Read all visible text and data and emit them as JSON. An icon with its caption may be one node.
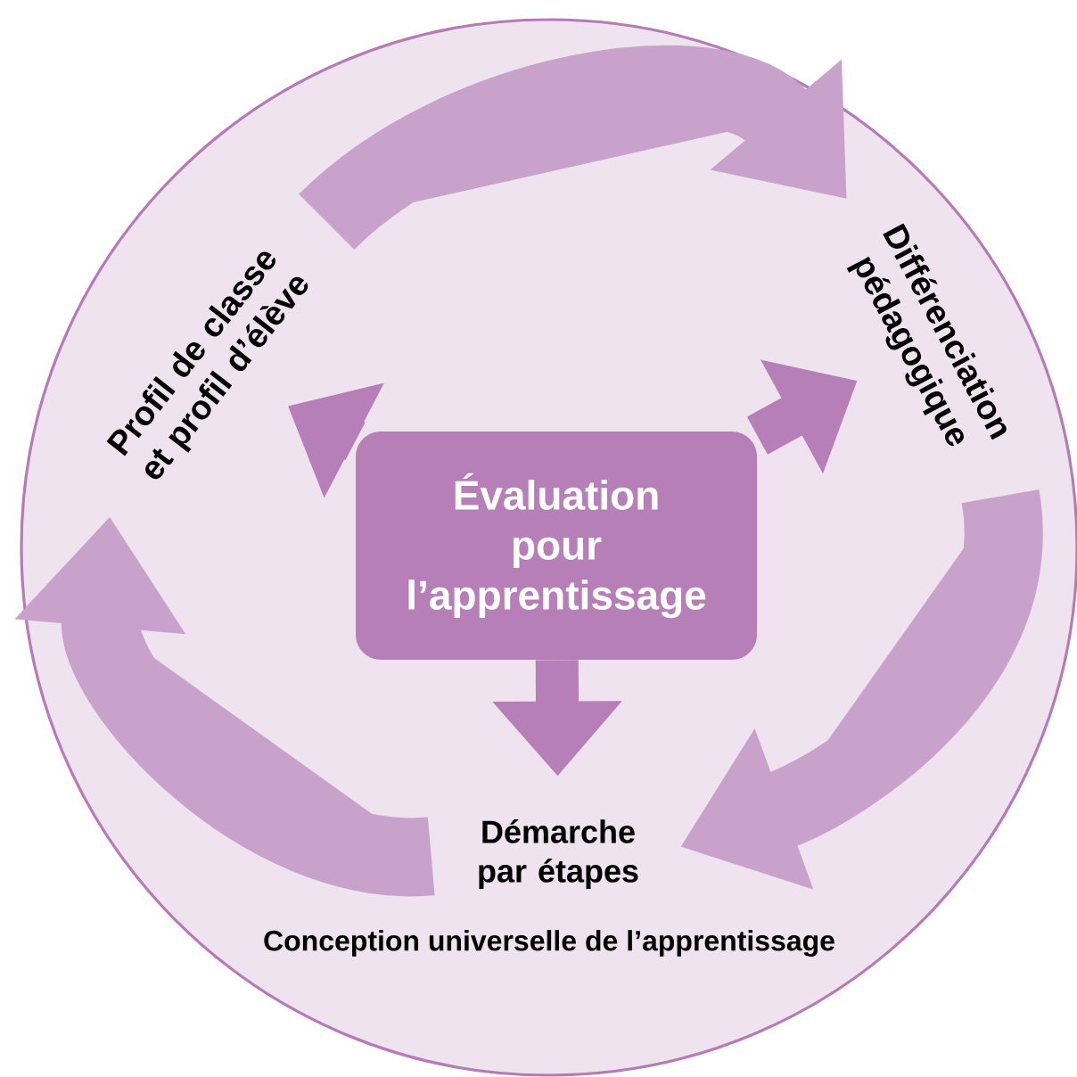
{
  "diagram": {
    "nodes": [
      {
        "text": [
          "Conception universelle de l’apprentissage"
        ]
      },
      {
        "text": [
          "Profil de classe et profil d’élève"
        ],
        "in": 0
      },
      {
        "text": [
          "Différenciation pédagogique"
        ],
        "in": 0
      },
      {
        "text": [
          "Évaluation pour l’apprentissage"
        ],
        "in": 0
      },
      {
        "text": [
          "Démarche par étapes"
        ],
        "in": 0
      }
    ],
    "edges": [
      {
        "from": 1,
        "to": 2,
        "arrow": "to",
        "style": "thick",
        "color": "#c9a2cc"
      },
      {
        "from": 2,
        "to": 4,
        "arrow": "to",
        "style": "thick",
        "color": "#c9a2cc"
      },
      {
        "from": 4,
        "to": 1,
        "arrow": "to",
        "style": "thick",
        "color": "#c9a2cc"
      },
      {
        "from": 3,
        "to": 1,
        "arrow": "to",
        "color": "#b77fb8"
      },
      {
        "from": 3,
        "to": 2,
        "arrow": "to",
        "color": "#b77fb8"
      },
      {
        "from": 3,
        "to": 4,
        "arrow": "to",
        "color": "#b77fb8"
      }
    ]
  }
}
